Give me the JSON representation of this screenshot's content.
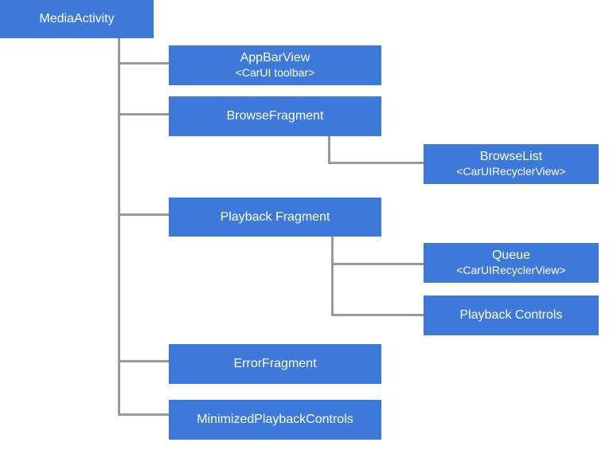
{
  "title": "Media app architecture tree diagram",
  "colors": {
    "node_fill": "#3D78DB",
    "node_text": "#FFFFFF",
    "connector": "#999999",
    "background": "#FFFFFF"
  },
  "nodes": {
    "media_activity": {
      "label": "MediaActivity"
    },
    "app_bar_view": {
      "label": "AppBarView",
      "sublabel": "<CarUI toolbar>"
    },
    "browse_fragment": {
      "label": "BrowseFragment"
    },
    "browse_list": {
      "label": "BrowseList",
      "sublabel": "<CarUIRecyclerView>"
    },
    "playback_fragment": {
      "label": "Playback Fragment"
    },
    "queue": {
      "label": "Queue",
      "sublabel": "<CarUIRecyclerView>"
    },
    "playback_controls": {
      "label": "Playback Controls"
    },
    "error_fragment": {
      "label": "ErrorFragment"
    },
    "minimized_playback_controls": {
      "label": "MinimizedPlaybackControls"
    }
  },
  "edges": [
    {
      "from": "media_activity",
      "to": "app_bar_view"
    },
    {
      "from": "media_activity",
      "to": "browse_fragment"
    },
    {
      "from": "browse_fragment",
      "to": "browse_list"
    },
    {
      "from": "media_activity",
      "to": "playback_fragment"
    },
    {
      "from": "playback_fragment",
      "to": "queue"
    },
    {
      "from": "playback_fragment",
      "to": "playback_controls"
    },
    {
      "from": "media_activity",
      "to": "error_fragment"
    },
    {
      "from": "media_activity",
      "to": "minimized_playback_controls"
    }
  ]
}
